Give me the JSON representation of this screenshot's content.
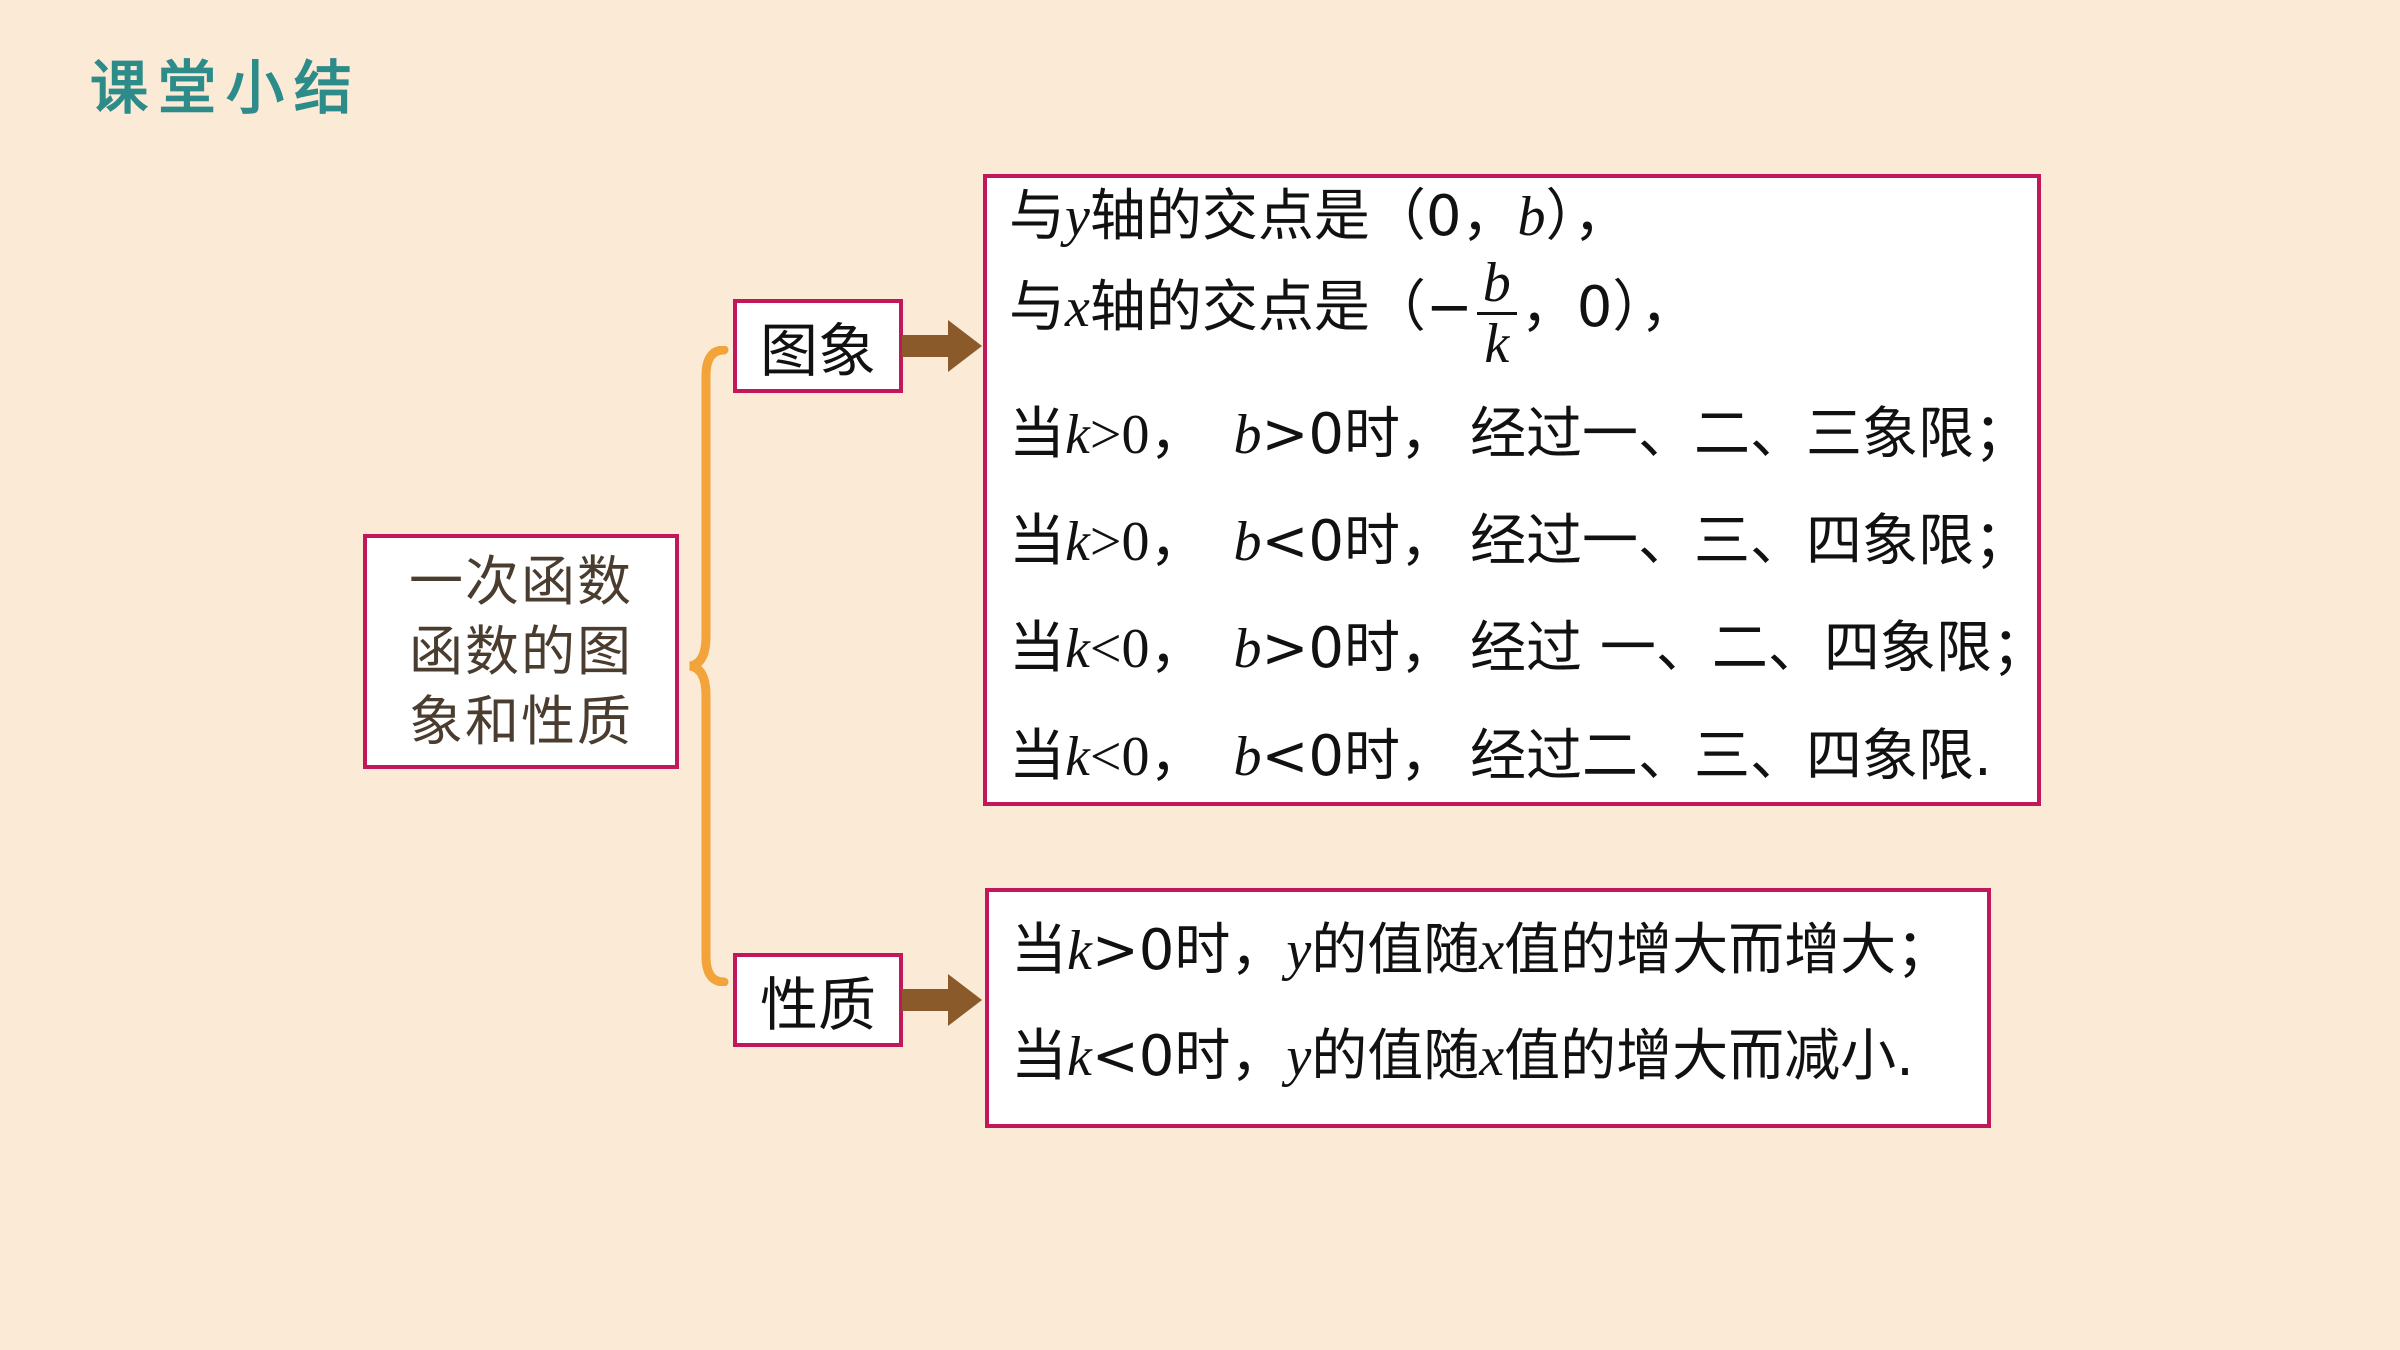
{
  "section_title": "课堂小结",
  "topic": {
    "lines": [
      "一次函数",
      "函数的图",
      "象和性质"
    ]
  },
  "branches": {
    "image_label": "图象",
    "property_label": "性质"
  },
  "image_content": {
    "line1": {
      "pre": "与",
      "var": "y",
      "post": "轴的交点是（0，",
      "var2": "b",
      "end": "），"
    },
    "line2": {
      "pre": "与",
      "var": "x",
      "post": "轴的交点是（−",
      "frac_num": "b",
      "frac_den": "k",
      "end": "，0），"
    },
    "line3": {
      "pre": "当",
      "k": "k",
      "kcond": ">0，",
      "b": "b",
      "bcond": ">0时，",
      "rest": "经过一、二、三象限；"
    },
    "line4": {
      "pre": "当",
      "k": "k",
      "kcond": ">0，",
      "b": "b",
      "bcond": "<0时，",
      "rest": "经过一、三、四象限；"
    },
    "line5": {
      "pre": "当",
      "k": "k",
      "kcond": "<0，",
      "b": "b",
      "bcond": ">0时，",
      "rest": "经过 一、二、四象限；"
    },
    "line6": {
      "pre": "当",
      "k": "k",
      "kcond": "<0，",
      "b": "b",
      "bcond": "<0时，",
      "rest": "经过二、三、四象限."
    }
  },
  "property_content": {
    "line1": {
      "pre": "当",
      "k": "k",
      "kcond": ">0时，",
      "y": "y",
      "mid": "的值随",
      "x": "x",
      "rest": "值的增大而增大；"
    },
    "line2": {
      "pre": "当",
      "k": "k",
      "kcond": "<0时，",
      "y": "y",
      "mid": "的值随",
      "x": "x",
      "rest": "值的增大而减小."
    }
  },
  "colors": {
    "background": "#fbead5",
    "title": "#2d8c8a",
    "box_border": "#c0185a",
    "brace": "#f2a33a",
    "arrow": "#8b5a2b"
  }
}
